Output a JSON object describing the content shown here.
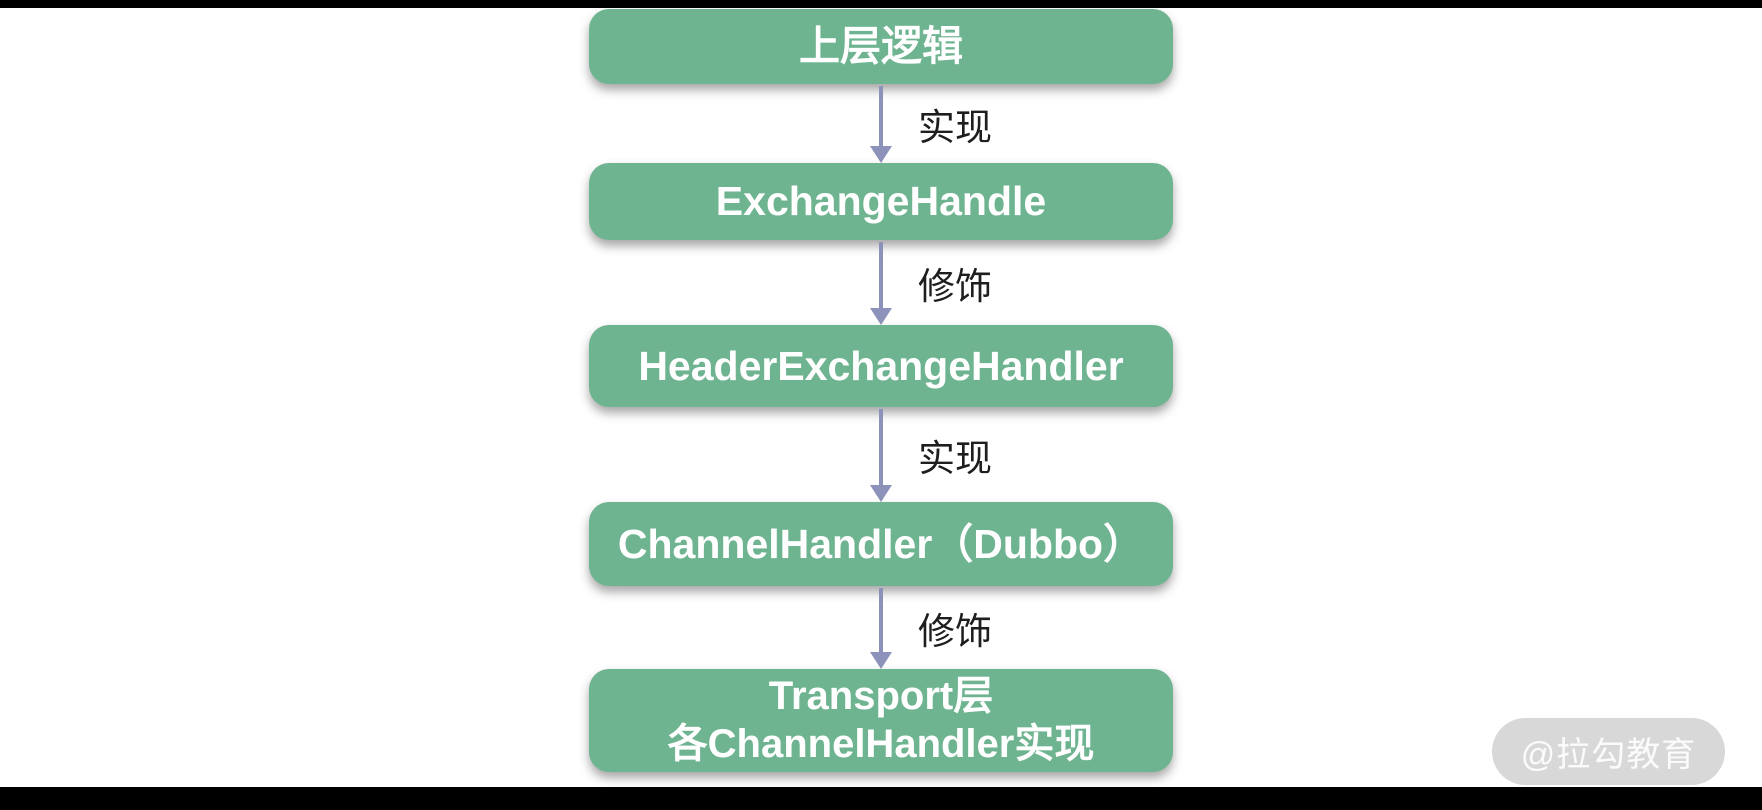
{
  "palette": {
    "node_fill": "#6fb491",
    "node_text": "#ffffff",
    "arrow": "#8c92ba",
    "edge_label_text": "#1e1e1e",
    "background": "#ffffff",
    "letterbox": "#000000",
    "watermark_bg": "#d8d8d8",
    "watermark_text": "#fbfbfb"
  },
  "flow": {
    "nodes": [
      {
        "label": "上层逻辑"
      },
      {
        "label": "ExchangeHandle"
      },
      {
        "label": "HeaderExchangeHandler"
      },
      {
        "label": "ChannelHandler（Dubbo）"
      },
      {
        "lines": [
          "Transport层",
          "各ChannelHandler实现"
        ]
      }
    ],
    "edges": [
      {
        "label": "实现"
      },
      {
        "label": "修饰"
      },
      {
        "label": "实现"
      },
      {
        "label": "修饰"
      }
    ]
  },
  "watermark": {
    "text": "@拉勾教育"
  }
}
